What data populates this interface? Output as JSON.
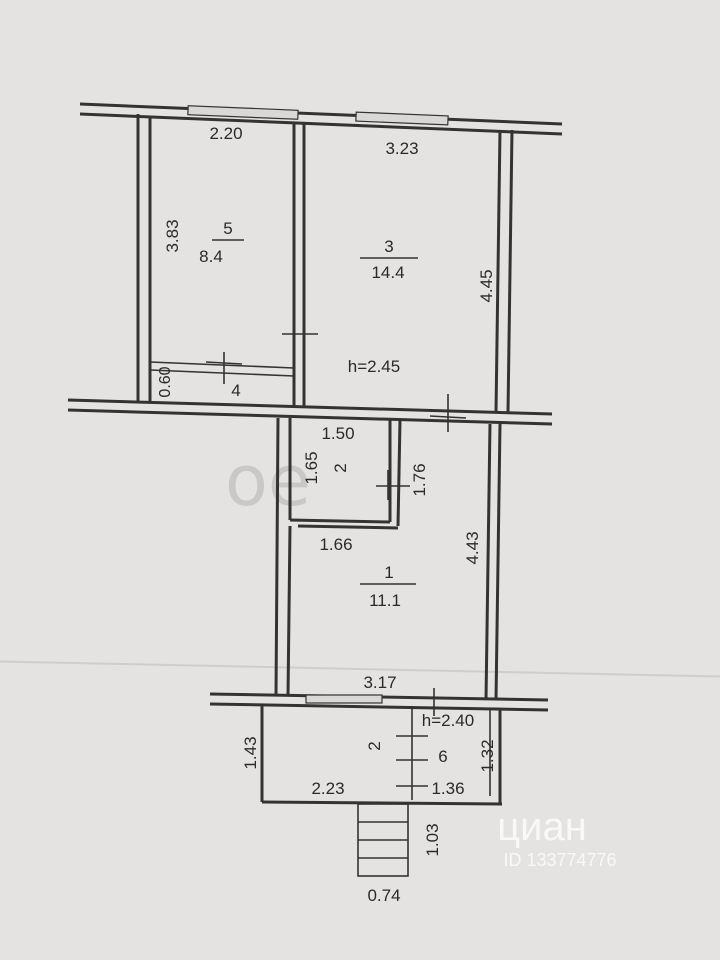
{
  "plan": {
    "rooms": [
      {
        "number": "5",
        "area": "8.4",
        "width": "2.20",
        "depth": "3.83"
      },
      {
        "number": "3",
        "area": "14.4",
        "width": "3.23",
        "depth": "4.45"
      },
      {
        "number": "4",
        "depth": "0.60"
      },
      {
        "number": "2",
        "width": "1.50",
        "depth": "1.65",
        "side": "1.76"
      },
      {
        "number": "1",
        "area": "11.1",
        "width_top": "1.66",
        "width_bottom": "3.17",
        "depth": "4.43"
      },
      {
        "number": "6",
        "mark": "2",
        "width": "2.23",
        "depth": "1.43",
        "side": "1.32",
        "door": "1.36"
      }
    ],
    "ceiling_heights": [
      "h=2.45",
      "h=2.40"
    ],
    "steps": {
      "depth": "1.03",
      "width": "0.74"
    }
  },
  "watermark": {
    "brand": "циан",
    "id": "ID 133774776"
  },
  "colors": {
    "paper": "#e4e3e1",
    "ink": "#333333"
  }
}
